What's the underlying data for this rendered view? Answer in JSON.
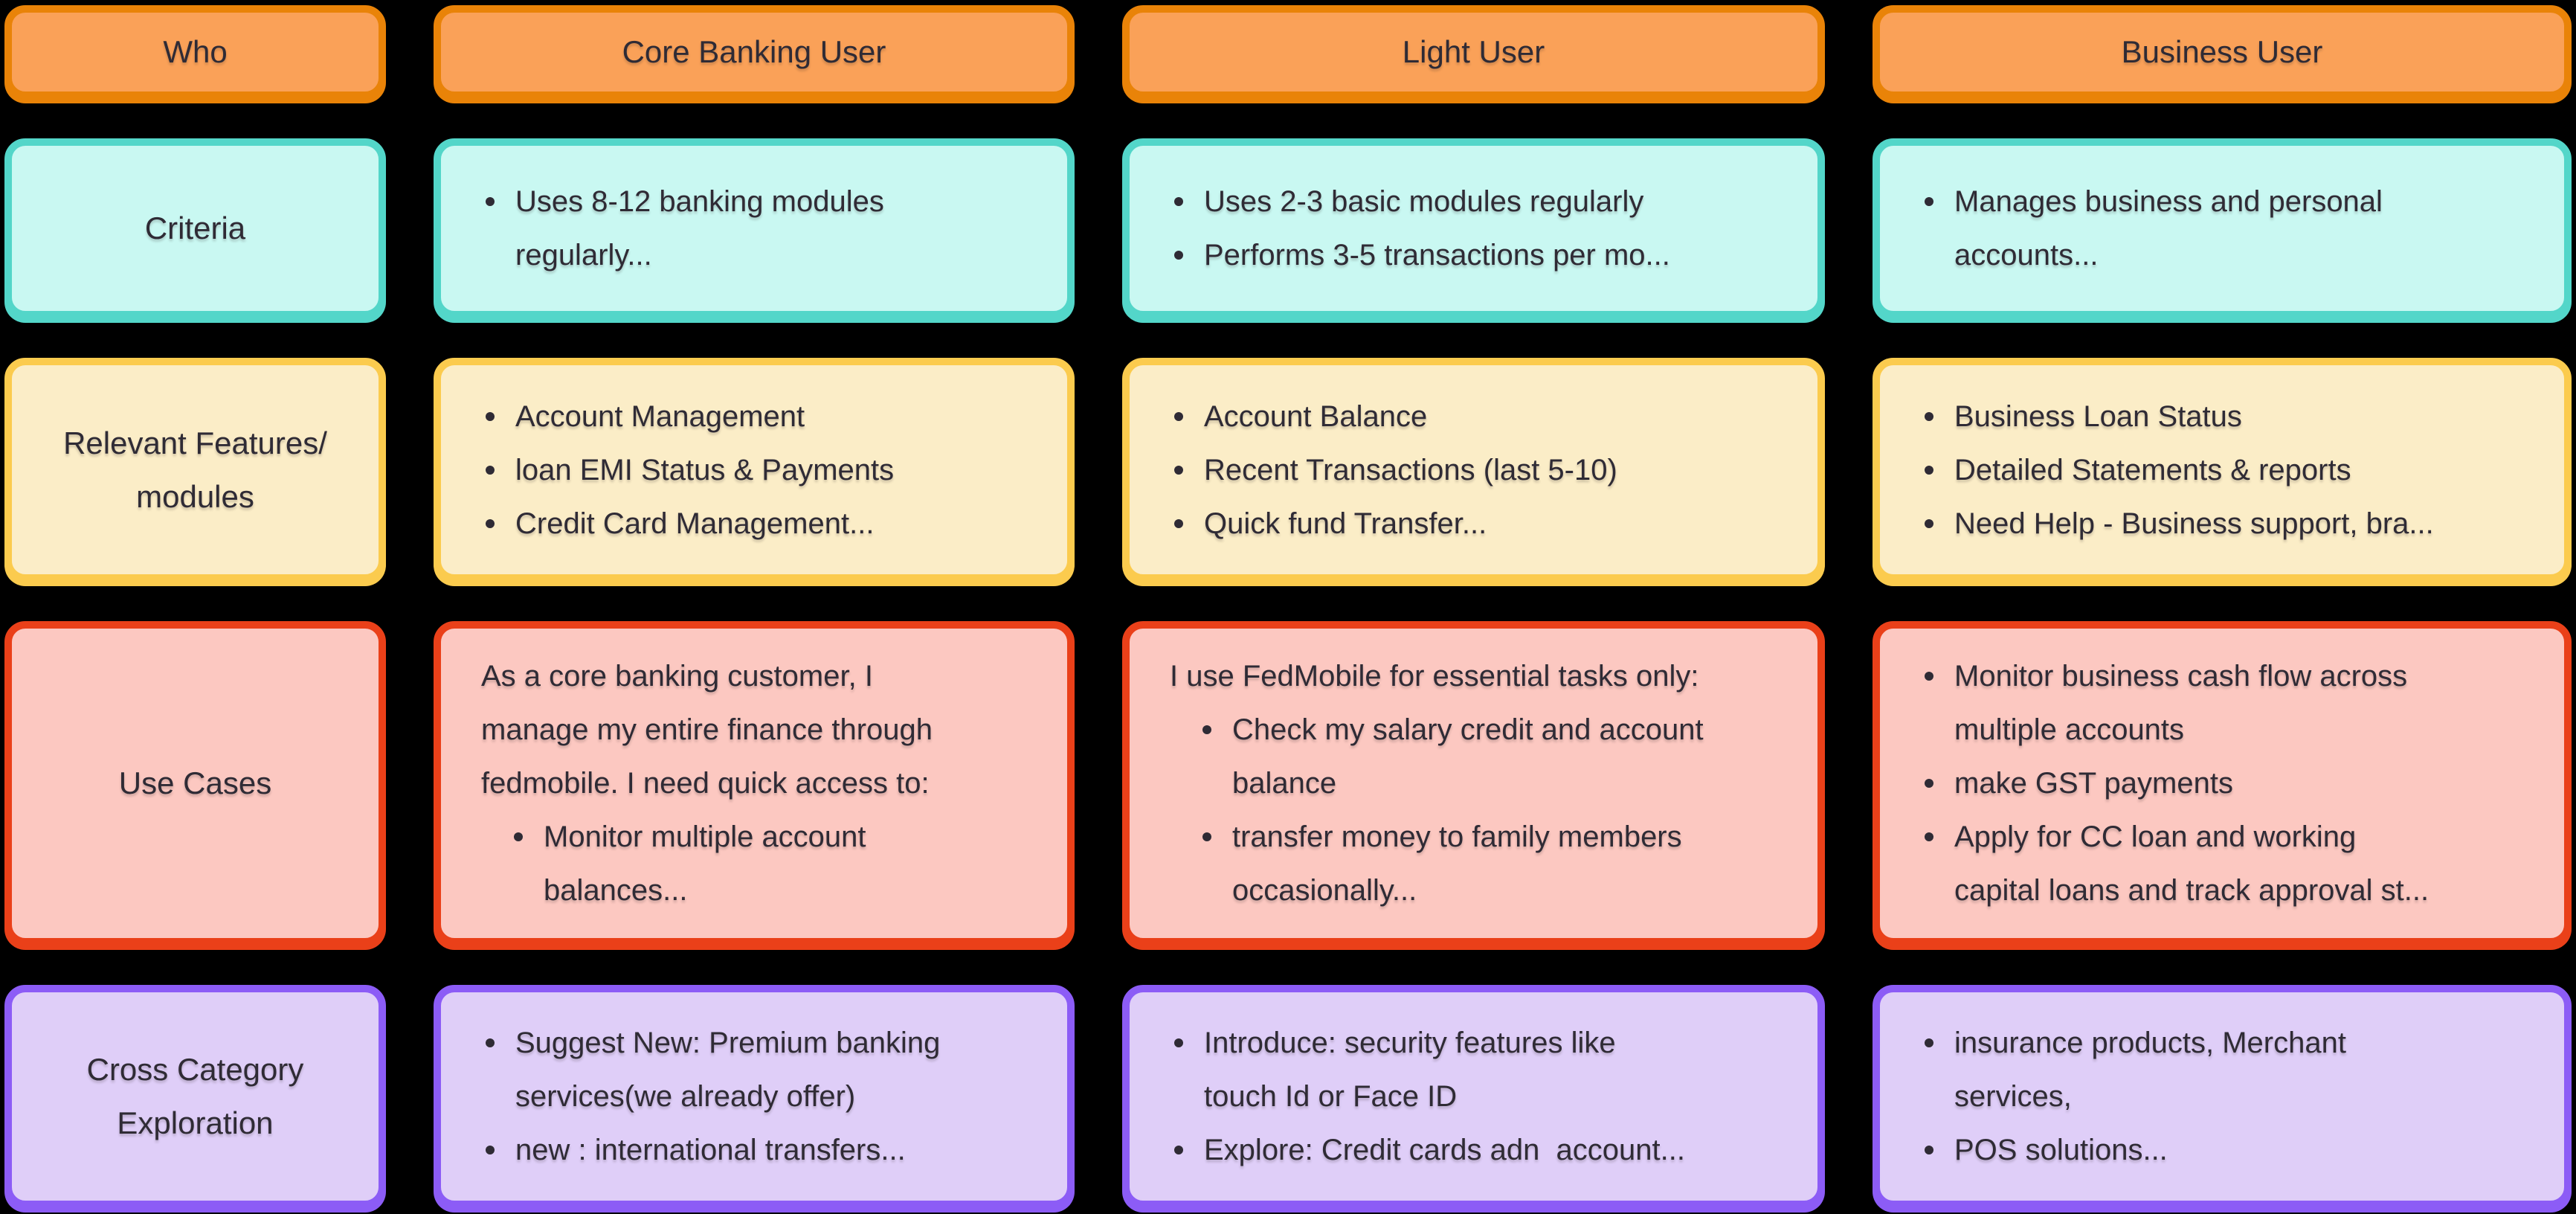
{
  "colors": {
    "page_bg": "#000000",
    "text_color": "#2f2b35",
    "orange_fill": "#faa158",
    "orange_border": "#e98308",
    "teal_fill": "#c9f8f2",
    "teal_border": "#53d6c9",
    "yellow_fill": "#fbedc7",
    "yellow_border": "#fbcb4e",
    "red_fill": "#fcc8c1",
    "red_border": "#ea4019",
    "purple_fill": "#dfcef8",
    "purple_border": "#8c5cf6"
  },
  "header": {
    "who": "Who",
    "core": "Core Banking User",
    "light": "Light User",
    "business": "Business User"
  },
  "rows": {
    "criteria": {
      "label": "Criteria",
      "core": {
        "bullets": [
          "Uses 8-12 banking modules\nregularly..."
        ]
      },
      "light": {
        "bullets": [
          "Uses 2-3 basic modules regularly",
          "Performs 3-5 transactions per mo..."
        ]
      },
      "business": {
        "bullets": [
          "Manages business and personal\naccounts..."
        ]
      }
    },
    "features": {
      "label": "Relevant Features/\nmodules",
      "core": {
        "bullets": [
          "Account Management",
          "loan EMI Status & Payments",
          "Credit Card Management..."
        ]
      },
      "light": {
        "bullets": [
          "Account Balance",
          "Recent Transactions (last 5-10)",
          "Quick fund Transfer..."
        ]
      },
      "business": {
        "bullets": [
          "Business Loan Status",
          "Detailed Statements & reports",
          "Need Help - Business support, bra..."
        ]
      }
    },
    "use_cases": {
      "label": "Use Cases",
      "core": {
        "text": "As a core banking customer, I\nmanage my entire finance through\nfedmobile. I need quick access to:",
        "bullets": [
          "Monitor multiple account\nbalances..."
        ]
      },
      "light": {
        "text": "I use FedMobile for essential tasks only:",
        "bullets": [
          "Check my salary credit and account\nbalance",
          "transfer money to family members\noccasionally..."
        ]
      },
      "business": {
        "bullets": [
          "Monitor business cash flow across\nmultiple accounts",
          "make GST payments",
          "Apply for CC loan and working\ncapital loans and track approval st..."
        ]
      }
    },
    "cross_category": {
      "label": "Cross Category\nExploration",
      "core": {
        "bullets": [
          "Suggest New: Premium banking\nservices(we already offer)",
          "new : international transfers..."
        ]
      },
      "light": {
        "bullets": [
          "Introduce: security features like\ntouch Id or Face ID",
          "Explore: Credit cards adn  account..."
        ]
      },
      "business": {
        "bullets": [
          "insurance products, Merchant\nservices,",
          "POS solutions..."
        ]
      }
    }
  }
}
